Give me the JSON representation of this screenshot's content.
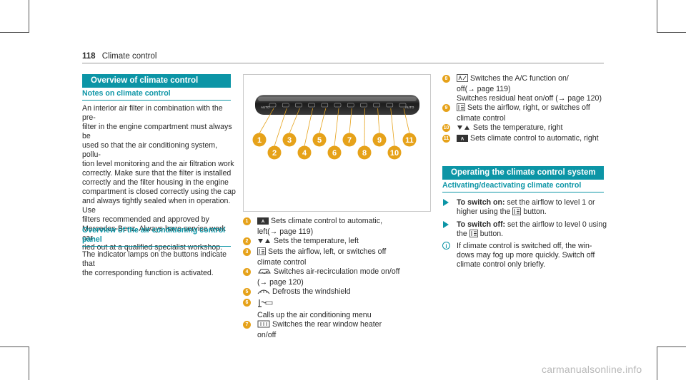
{
  "header": {
    "page_number": "118",
    "section": "Climate control"
  },
  "left": {
    "banner": "Overview of climate control systems",
    "notes_heading": "Notes on climate control",
    "notes_body": [
      "An interior air filter in combination with the pre-",
      "filter in the engine compartment must always be",
      "used so that the air conditioning system, pollu-",
      "tion level monitoring and the air filtration work",
      "correctly. Make sure that the filter is installed",
      "correctly and the filter housing in the engine",
      "compartment is closed correctly using the cap",
      "and always tightly sealed when in operation. Use",
      "filters recommended and approved by",
      "Mercedes-Benz. Always have service work car-",
      "ried out at a qualified specialist workshop."
    ],
    "panel_heading_1": "Overview of the air conditioning control",
    "panel_heading_2": "panel",
    "panel_body": [
      "The indicator lamps on the buttons indicate that",
      "the corresponding function is activated."
    ]
  },
  "figure": {
    "callouts_top": [
      "1",
      "3",
      "5",
      "7",
      "9",
      "11"
    ],
    "callouts_bottom": [
      "2",
      "4",
      "6",
      "8",
      "10"
    ],
    "panel_labels": [
      "AUTO",
      "AUTO"
    ]
  },
  "legend": [
    {
      "num": "1",
      "icon": "auto-icon",
      "lines": [
        "Sets climate control to automatic,",
        "left(→ page 119)"
      ]
    },
    {
      "num": "2",
      "icon": "temperature-icon",
      "lines": [
        "Sets the temperature, left"
      ]
    },
    {
      "num": "3",
      "icon": "airflow-icon",
      "lines": [
        "Sets the airflow, left, or switches off",
        "climate control"
      ]
    },
    {
      "num": "4",
      "icon": "recirculation-icon",
      "lines": [
        "Switches air-recirculation mode on/off",
        "(→ page 120)"
      ]
    },
    {
      "num": "5",
      "icon": "defrost-max-icon",
      "lines": [
        "Defrosts the windshield"
      ]
    },
    {
      "num": "6",
      "icon": "climate-menu-icon",
      "lines": [
        "",
        "Calls up the air conditioning menu"
      ]
    },
    {
      "num": "7",
      "icon": "rear-heater-icon",
      "lines": [
        "Switches the rear window heater",
        "on/off"
      ]
    }
  ],
  "legend_right": [
    {
      "num": "8",
      "icon": "ac-icon",
      "lines": [
        "Switches the A/C function on/",
        "off(→ page 119)",
        "Switches residual heat on/off (→ page 120)"
      ]
    },
    {
      "num": "9",
      "icon": "airflow-icon",
      "lines": [
        "Sets the airflow, right, or switches off",
        "climate control"
      ]
    },
    {
      "num": "10",
      "icon": "temperature-icon",
      "lines": [
        "Sets the temperature, right"
      ]
    },
    {
      "num": "11",
      "icon": "auto-icon",
      "lines": [
        "Sets climate control to automatic, right"
      ]
    }
  ],
  "right": {
    "banner": "Operating the climate control system",
    "sub_heading": "Activating/deactivating climate control",
    "step1_bold": "To switch on:",
    "step1_rest_a": " set the airflow to level 1 or",
    "step1_rest_b": "higher using the",
    "step1_rest_c": "button.",
    "step2_bold": "To switch off:",
    "step2_rest_a": " set the airflow to level 0 using",
    "step2_rest_b": "the",
    "step2_rest_c": "button.",
    "info": [
      "If climate control is switched off, the win-",
      "dows may fog up more quickly. Switch off",
      "climate control only briefly."
    ]
  },
  "watermark": "carmanualsonline.info",
  "colors": {
    "accent": "#0c95a6",
    "callout": "#e6a21a"
  }
}
